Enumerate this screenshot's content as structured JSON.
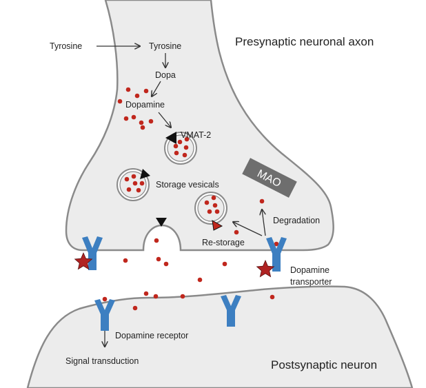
{
  "labels": {
    "tyrosine_left": "Tyrosine",
    "tyrosine_right": "Tyrosine",
    "dopa": "Dopa",
    "dopamine": "Dopamine",
    "vmat2": "VMAT-2",
    "storage_vesicals": "Storage vesicals",
    "mao": "MAO",
    "degradation": "Degradation",
    "re_storage": "Re-storage",
    "dopamine_transporter_line1": "Dopamine",
    "dopamine_transporter_line2": "transporter",
    "dopamine_receptor": "Dopamine receptor",
    "signal_transduction": "Signal transduction",
    "presynaptic": "Presynaptic neuronal axon",
    "postsynaptic": "Postsynaptic neuron"
  },
  "colors": {
    "membrane_fill": "#ececec",
    "membrane_stroke": "#8a8a8a",
    "dopamine_dot": "#c0271d",
    "receptor_blue": "#3d7fc1",
    "star_red": "#b02323",
    "mao_box": "#6e6e6e",
    "mao_text": "#ffffff",
    "arrow": "#333333"
  },
  "icons": {
    "transporter": "y-shaped-transporter-icon",
    "receptor": "y-shaped-receptor-icon",
    "blocker": "star-icon",
    "gate": "triangle-icon"
  }
}
